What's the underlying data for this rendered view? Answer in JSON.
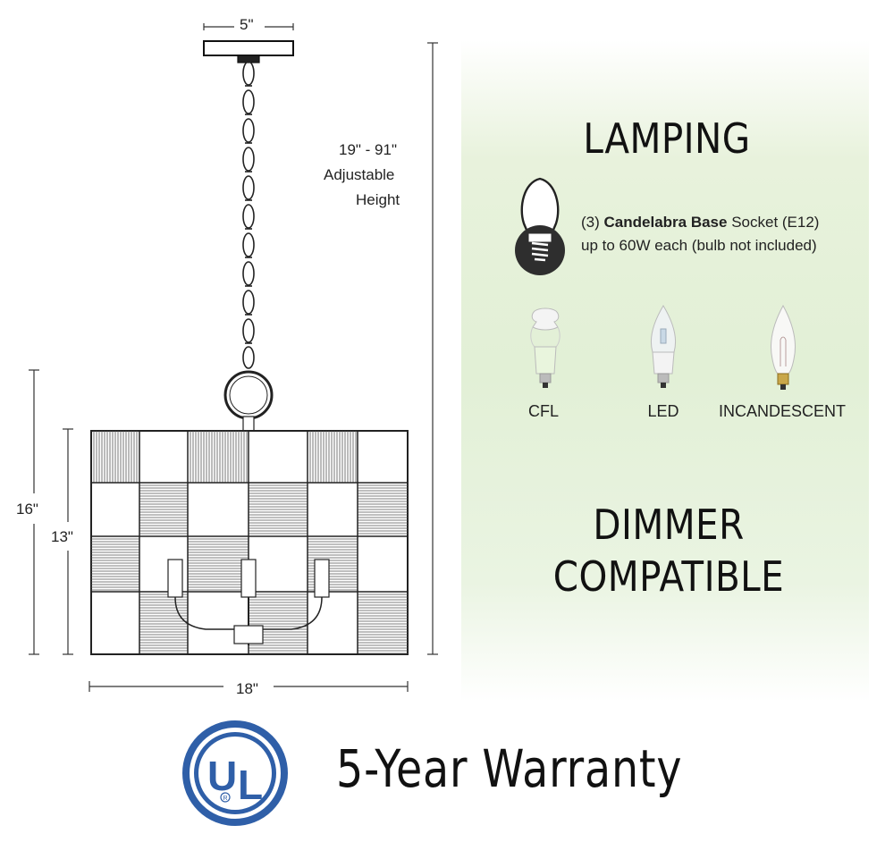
{
  "dimensions": {
    "canopy_width": "5\"",
    "adjustable_height_range": "19\" - 91\"",
    "adjustable_line1": "Adjustable",
    "adjustable_line2": "Height",
    "overall_height": "16\"",
    "shade_height": "13\"",
    "shade_width": "18\""
  },
  "lamping": {
    "heading": "LAMPING",
    "socket_count": "(3)",
    "socket_type": "Candelabra Base",
    "socket_suffix": "Socket (E12)",
    "wattage": "up to 60W each (bulb not included)",
    "bulb_icon": "candelabra-bulb-icon",
    "bulb_types": [
      {
        "label": "CFL",
        "icon": "cfl-bulb-icon"
      },
      {
        "label": "LED",
        "icon": "led-bulb-icon"
      },
      {
        "label": "INCANDESCENT",
        "icon": "incandescent-bulb-icon"
      }
    ]
  },
  "dimmer": {
    "line1": "DIMMER",
    "line2": "COMPATIBLE"
  },
  "certification": {
    "logo_text": "UL",
    "registered": "R",
    "logo_color": "#2f5fa8",
    "warranty": "5-Year Warranty"
  },
  "colors": {
    "panel_green": "#e2f0d6",
    "line": "#333333"
  }
}
